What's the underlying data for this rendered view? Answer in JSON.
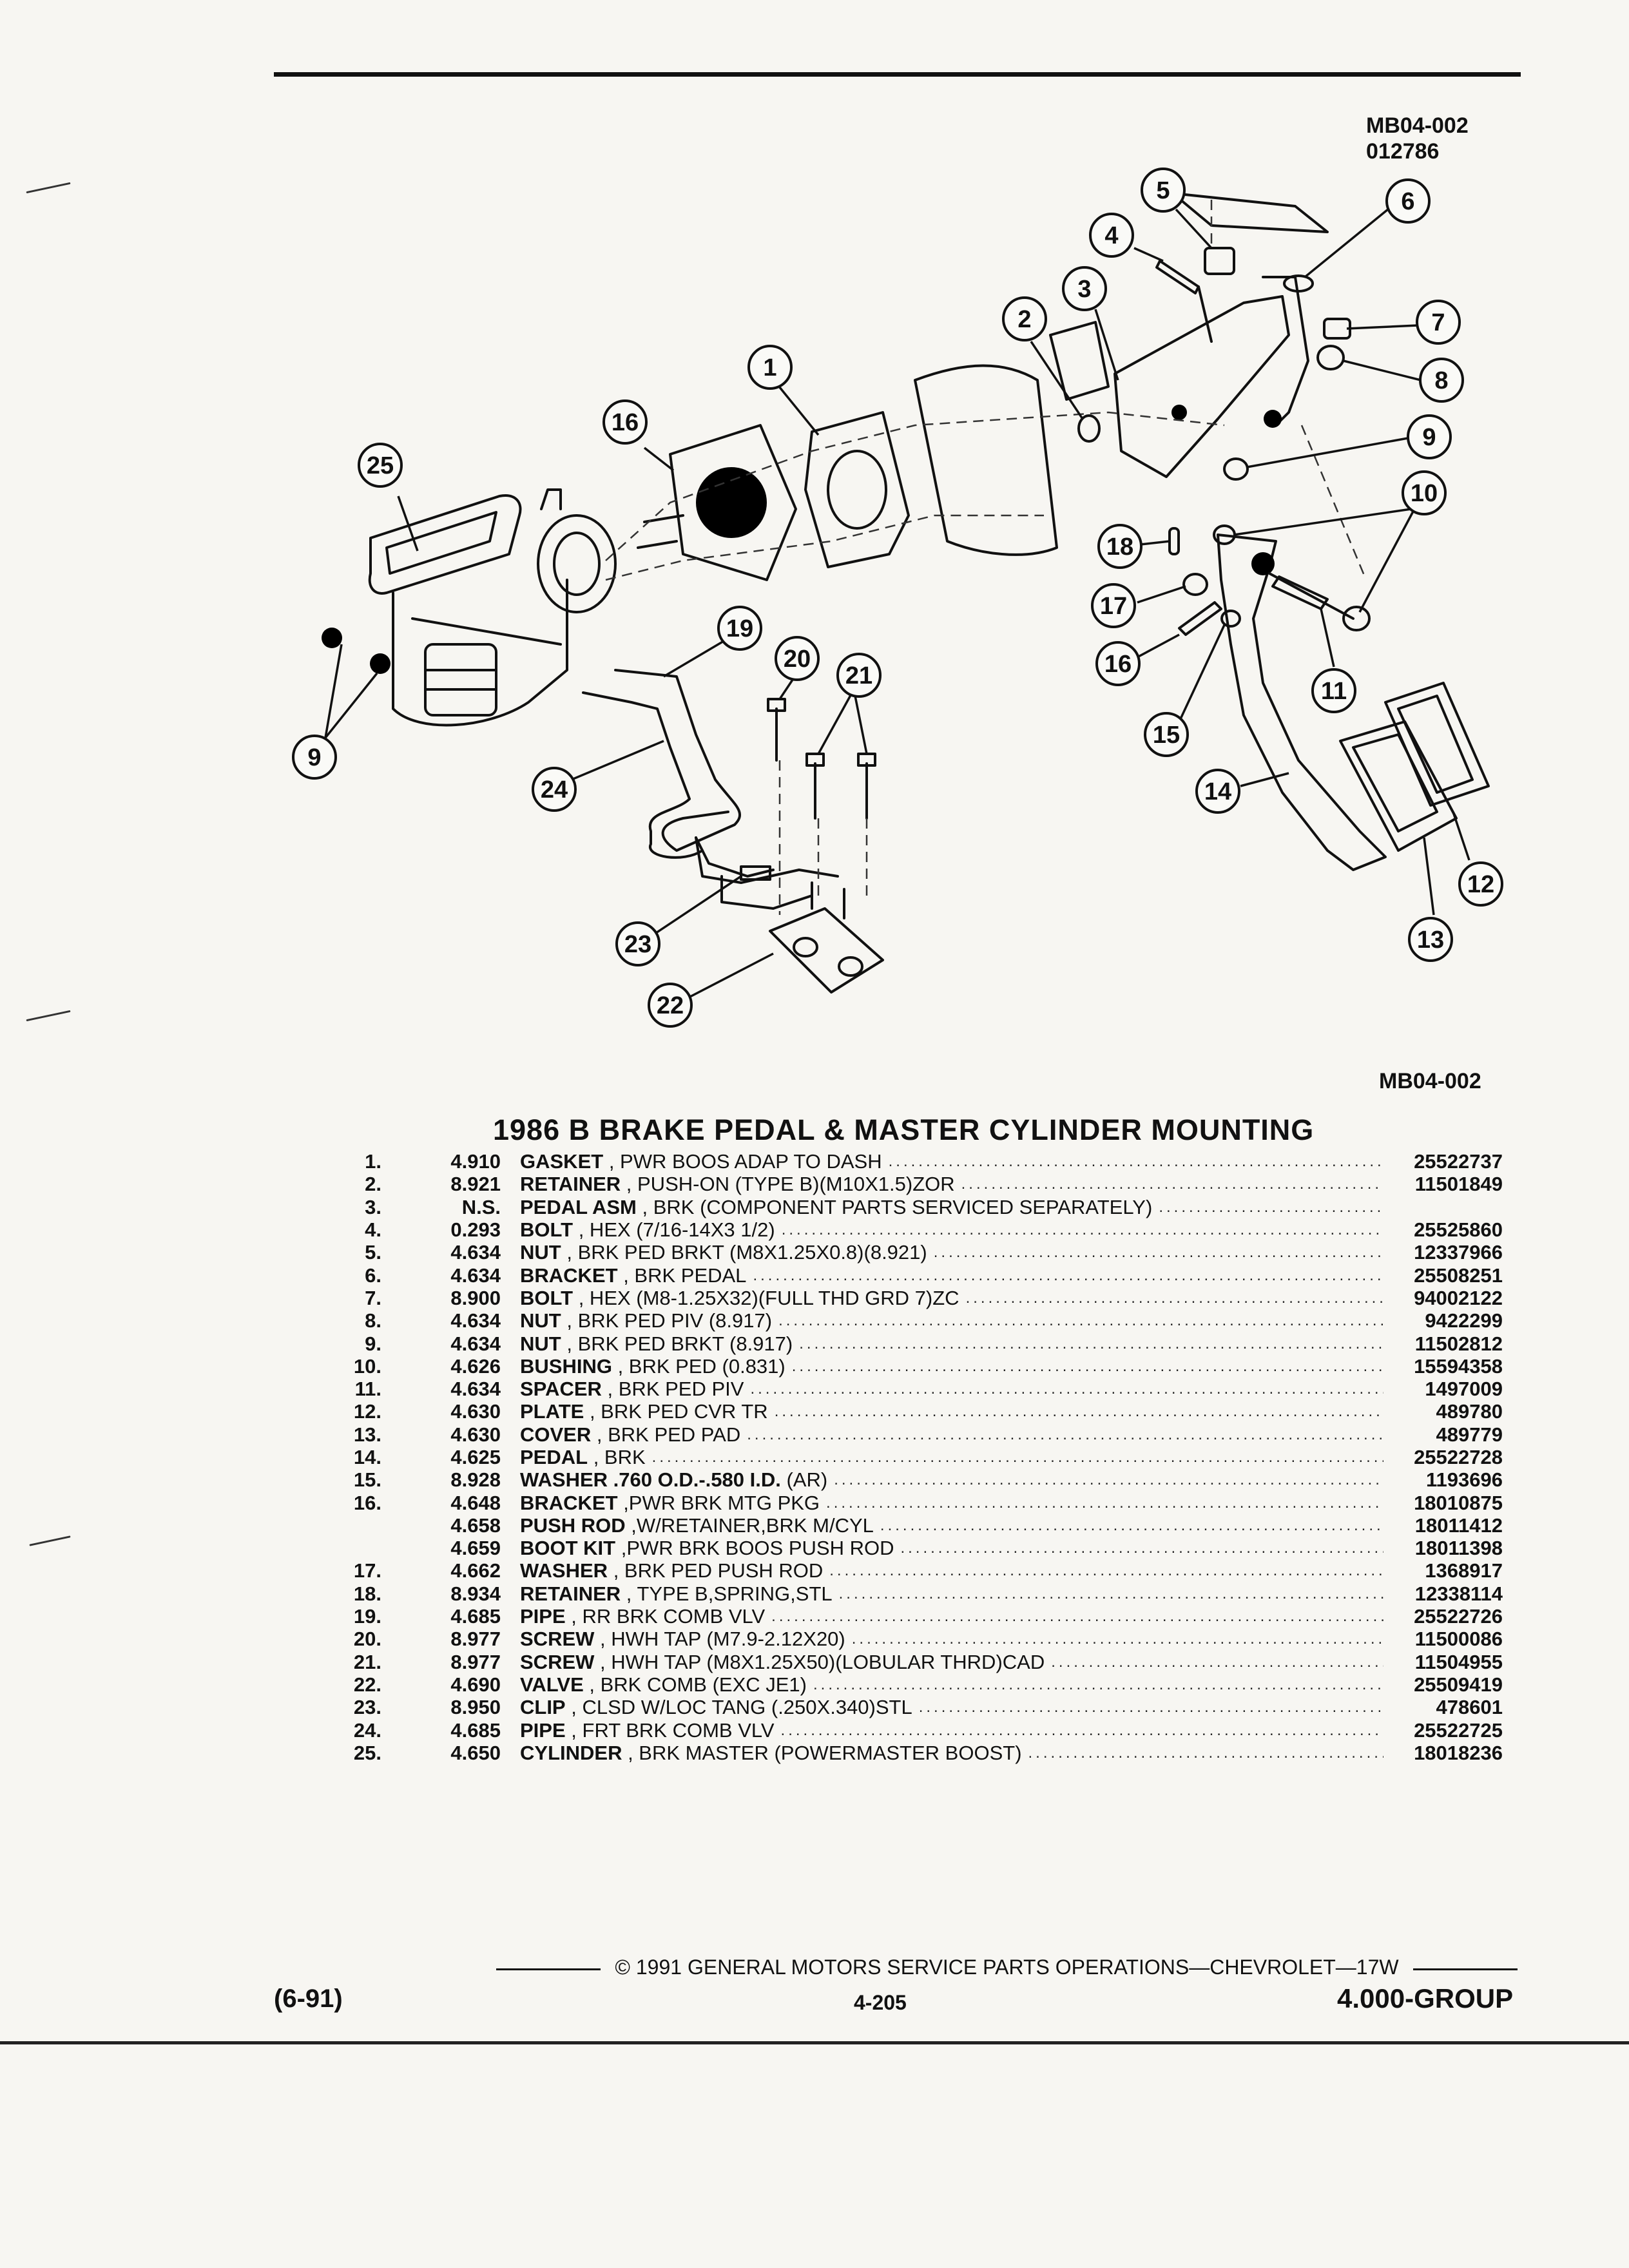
{
  "header": {
    "code": "MB04-002",
    "date_code": "012786"
  },
  "diagram": {
    "figure_code": "MB04-002",
    "callouts": [
      "1",
      "2",
      "3",
      "4",
      "5",
      "6",
      "7",
      "8",
      "9",
      "9",
      "10",
      "11",
      "12",
      "13",
      "14",
      "15",
      "16",
      "16",
      "17",
      "18",
      "19",
      "20",
      "21",
      "22",
      "23",
      "24",
      "25"
    ]
  },
  "parts": {
    "title": "1986 B BRAKE PEDAL & MASTER CYLINDER MOUNTING",
    "items": [
      {
        "num": "1.",
        "group": "4.910",
        "name": "GASKET",
        "desc": ", PWR BOOS ADAP TO DASH",
        "pn": "25522737"
      },
      {
        "num": "2.",
        "group": "8.921",
        "name": "RETAINER",
        "desc": ", PUSH-ON (TYPE B)(M10X1.5)ZOR",
        "pn": "11501849"
      },
      {
        "num": "3.",
        "group": "N.S.",
        "name": "PEDAL ASM",
        "desc": ", BRK (COMPONENT PARTS SERVICED SEPARATELY)",
        "pn": ""
      },
      {
        "num": "4.",
        "group": "0.293",
        "name": "BOLT",
        "desc": ", HEX (7/16-14X3 1/2)",
        "pn": "25525860"
      },
      {
        "num": "5.",
        "group": "4.634",
        "name": "NUT",
        "desc": ", BRK PED BRKT (M8X1.25X0.8)(8.921)",
        "pn": "12337966"
      },
      {
        "num": "6.",
        "group": "4.634",
        "name": "BRACKET",
        "desc": ", BRK PEDAL",
        "pn": "25508251"
      },
      {
        "num": "7.",
        "group": "8.900",
        "name": "BOLT",
        "desc": ", HEX (M8-1.25X32)(FULL THD GRD 7)ZC",
        "pn": "94002122"
      },
      {
        "num": "8.",
        "group": "4.634",
        "name": "NUT",
        "desc": ", BRK PED PIV (8.917)",
        "pn": "9422299"
      },
      {
        "num": "9.",
        "group": "4.634",
        "name": "NUT",
        "desc": ", BRK PED BRKT (8.917)",
        "pn": "11502812"
      },
      {
        "num": "10.",
        "group": "4.626",
        "name": "BUSHING",
        "desc": ", BRK PED (0.831)",
        "pn": "15594358"
      },
      {
        "num": "11.",
        "group": "4.634",
        "name": "SPACER",
        "desc": ", BRK PED PIV",
        "pn": "1497009"
      },
      {
        "num": "12.",
        "group": "4.630",
        "name": "PLATE",
        "desc": ", BRK PED CVR TR",
        "pn": "489780"
      },
      {
        "num": "13.",
        "group": "4.630",
        "name": "COVER",
        "desc": ", BRK PED PAD",
        "pn": "489779"
      },
      {
        "num": "14.",
        "group": "4.625",
        "name": "PEDAL",
        "desc": ", BRK",
        "pn": "25522728"
      },
      {
        "num": "15.",
        "group": "8.928",
        "name": "WASHER .760 O.D.-.580 I.D.",
        "desc": "(AR)",
        "pn": "1193696"
      },
      {
        "num": "16.",
        "group": "4.648",
        "name": "BRACKET",
        "desc": ",PWR BRK MTG PKG",
        "pn": "18010875"
      },
      {
        "num": "",
        "group": "4.658",
        "name": "PUSH ROD",
        "desc": ",W/RETAINER,BRK M/CYL",
        "pn": "18011412"
      },
      {
        "num": "",
        "group": "4.659",
        "name": "BOOT KIT",
        "desc": ",PWR BRK BOOS PUSH ROD",
        "pn": "18011398"
      },
      {
        "num": "17.",
        "group": "4.662",
        "name": "WASHER",
        "desc": ", BRK PED PUSH ROD",
        "pn": "1368917"
      },
      {
        "num": "18.",
        "group": "8.934",
        "name": "RETAINER",
        "desc": ", TYPE B,SPRING,STL",
        "pn": "12338114"
      },
      {
        "num": "19.",
        "group": "4.685",
        "name": "PIPE",
        "desc": ", RR BRK COMB VLV",
        "pn": "25522726"
      },
      {
        "num": "20.",
        "group": "8.977",
        "name": "SCREW",
        "desc": ", HWH TAP (M7.9-2.12X20)",
        "pn": "11500086"
      },
      {
        "num": "21.",
        "group": "8.977",
        "name": "SCREW",
        "desc": ", HWH TAP (M8X1.25X50)(LOBULAR THRD)CAD",
        "pn": "11504955"
      },
      {
        "num": "22.",
        "group": "4.690",
        "name": "VALVE",
        "desc": ", BRK COMB (EXC JE1)",
        "pn": "25509419"
      },
      {
        "num": "23.",
        "group": "8.950",
        "name": "CLIP",
        "desc": ", CLSD W/LOC TANG (.250X.340)STL",
        "pn": "478601"
      },
      {
        "num": "24.",
        "group": "4.685",
        "name": "PIPE",
        "desc": ", FRT BRK COMB VLV",
        "pn": "25522725"
      },
      {
        "num": "25.",
        "group": "4.650",
        "name": "CYLINDER",
        "desc": ", BRK MASTER (POWERMASTER BOOST)",
        "pn": "18018236"
      }
    ]
  },
  "footer": {
    "copyright": "© 1991 GENERAL MOTORS SERVICE PARTS OPERATIONS—CHEVROLET—17W",
    "date": "(6-91)",
    "page": "4-205",
    "group": "4.000-GROUP"
  }
}
